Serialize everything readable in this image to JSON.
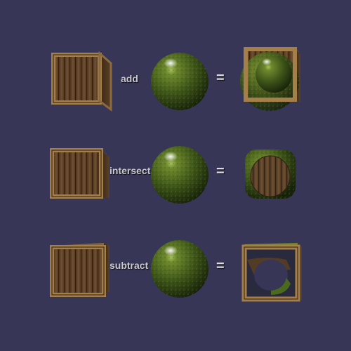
{
  "rows": [
    {
      "operation": "add",
      "equals": "="
    },
    {
      "operation": "intersect",
      "equals": "="
    },
    {
      "operation": "subtract",
      "equals": "="
    }
  ],
  "colors": {
    "background": "#373656",
    "label_text": "#c9c9cf",
    "equals_text": "#dcdce2",
    "crate_wood_dark": "#5b3f22",
    "crate_wood_light": "#8a6a40",
    "crate_frame": "#a47f4a",
    "moss_light": "#5f7a26",
    "moss_dark": "#1f2e0c"
  },
  "icons": {
    "crate": "wooden-crate-icon",
    "sphere": "moss-sphere-icon",
    "union": "crate-sphere-union-icon",
    "intersection": "crate-sphere-intersection-icon",
    "difference": "crate-sphere-difference-icon"
  }
}
